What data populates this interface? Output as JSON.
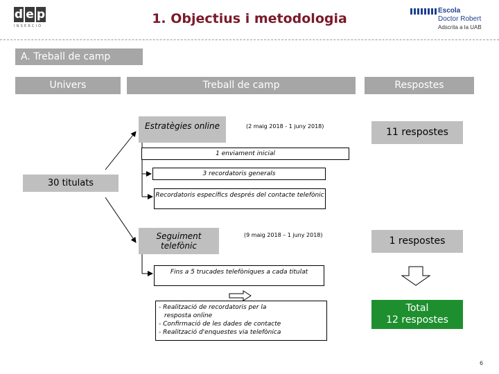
{
  "header": {
    "logo_left": {
      "mark": [
        "d",
        "e",
        "p"
      ],
      "sub": "INSERCIÓ"
    },
    "title": "1. Objectius i metodologia",
    "logo_right": {
      "line1": "Escola",
      "line2": "Doctor Robert",
      "line3": "Adscrita a la UAB"
    }
  },
  "section": {
    "label": "A. Treball de camp"
  },
  "columns": {
    "univers": "Univers",
    "treball": "Treball de camp",
    "respostes": "Respostes"
  },
  "univers": {
    "label": "30 titulats"
  },
  "online": {
    "label": "Estratègies online",
    "dates": "(2 maig 2018 - 1 juny 2018)",
    "result": "11 respostes",
    "steps": [
      "1 enviament inicial",
      "3 recordatoris generals",
      "Recordatoris específics després del contacte telefònic"
    ]
  },
  "phone": {
    "label": "Seguiment telefònic",
    "dates": "(9 maig 2018 – 1 juny 2018)",
    "result": "1 respostes",
    "steps": [
      "Fins a 5 trucades telefòniques a cada titulat"
    ],
    "notes": [
      "- Realització de recordatoris per la",
      "  resposta online",
      "- Confirmació de les dades de contacte",
      "- Realització d'enquestes via telefònica"
    ]
  },
  "total": {
    "line1": "Total",
    "line2": "12 respostes"
  },
  "page_number": "6",
  "colors": {
    "title": "#7a1a2a",
    "header_fill": "#a6a6a6",
    "box_fill": "#bfbfbf",
    "total_fill": "#1e8f2e"
  }
}
